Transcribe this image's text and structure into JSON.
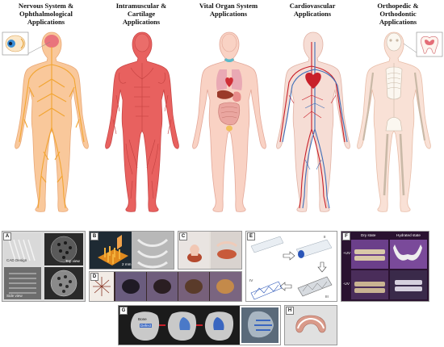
{
  "columns": [
    {
      "title_lines": [
        "Nervous System &",
        "Ophthalmological",
        "Applications"
      ]
    },
    {
      "title_lines": [
        "Intramuscular &",
        "Cartilage",
        "Applications"
      ]
    },
    {
      "title_lines": [
        "Vital Organ System",
        "Applications"
      ]
    },
    {
      "title_lines": [
        "Cardiovascular",
        "Applications"
      ]
    },
    {
      "title_lines": [
        "Orthopedic &",
        "Orthodontic",
        "Applications"
      ]
    }
  ],
  "panels": {
    "A": {
      "label": "A",
      "texts": [
        "CAD Design",
        "Top view",
        "Side view"
      ]
    },
    "B": {
      "label": "B",
      "texts": [
        "2 mm"
      ]
    },
    "C": {
      "label": "C",
      "texts": []
    },
    "D": {
      "label": "D",
      "texts": []
    },
    "E": {
      "label": "E",
      "texts": [
        "II",
        "IV",
        "III"
      ]
    },
    "F": {
      "label": "F",
      "texts": [
        "Dry state",
        "Hydrated state",
        "+UV",
        "-UV"
      ]
    },
    "G": {
      "label": "G",
      "texts": [
        "Bone",
        "Defect"
      ]
    },
    "H": {
      "label": "H",
      "texts": []
    }
  },
  "colors": {
    "nervous_body": "#f9c89b",
    "nerves": "#f2a531",
    "muscle": "#e8615f",
    "organ_body": "#f9d2c4",
    "vascular_body": "#f6ddd5",
    "artery": "#c8202a",
    "vein": "#3f6fb8",
    "skeleton_body": "#f9e1d6",
    "bone": "#fbf7f0"
  }
}
